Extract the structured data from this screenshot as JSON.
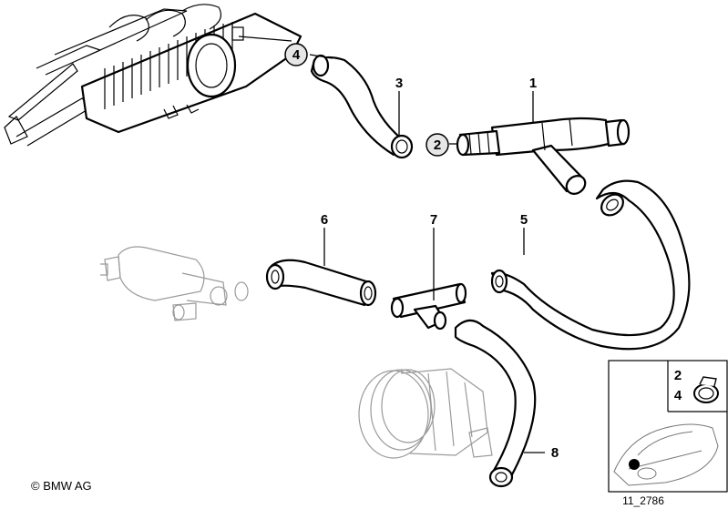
{
  "parts": {
    "hose_1": "1",
    "clamp_2": "2",
    "hose_3": "3",
    "clamp_4": "4",
    "hose_5": "5",
    "hose_6": "6",
    "connector_7": "7",
    "hose_8": "8"
  },
  "inset": {
    "part_a": "2",
    "part_b": "4"
  },
  "copyright": "© BMW AG",
  "drawing_number": "11_2786"
}
